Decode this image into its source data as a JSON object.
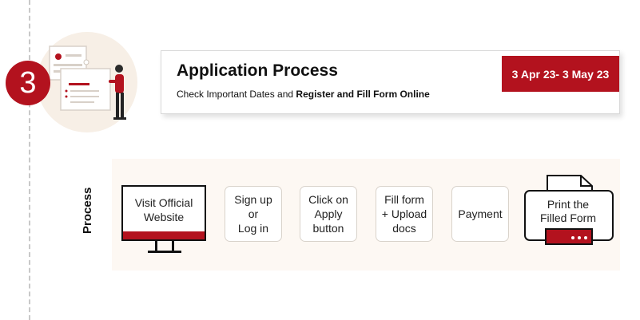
{
  "step": {
    "number": "3"
  },
  "header": {
    "title": "Application Process",
    "subtitle_prefix": "Check Important Dates and ",
    "subtitle_bold": "Register and Fill Form Online",
    "date_range": "3 Apr 23- 3 May 23"
  },
  "process": {
    "label": "Process",
    "steps": [
      {
        "label": "Visit Official\nWebsite",
        "icon": "monitor-icon"
      },
      {
        "label": "Sign up or\nLog in"
      },
      {
        "label": "Click on\nApply\nbutton"
      },
      {
        "label": "Fill form\n+ Upload\ndocs"
      },
      {
        "label": "Payment"
      },
      {
        "label": "Print the\nFilled Form",
        "icon": "printer-icon"
      }
    ]
  },
  "colors": {
    "accent": "#b3121e",
    "panel_bg": "#fdf8f3",
    "illustration_bg": "#f7efe6"
  }
}
